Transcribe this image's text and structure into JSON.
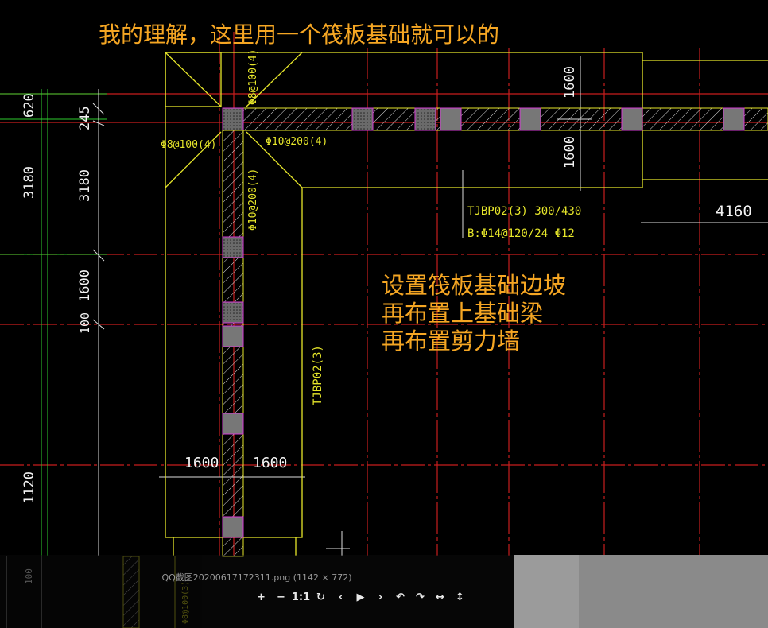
{
  "notes": {
    "title": "我的理解，这里用一个筏板基础就可以的",
    "steps": [
      "设置筏板基础边坡",
      "再布置上基础梁",
      "再布置剪力墙"
    ],
    "color": "#f5a623"
  },
  "drawing": {
    "dims_left_outer": [
      "620",
      "3180",
      "1120"
    ],
    "dims_left_inner": [
      "245",
      "3180",
      "1600",
      "100"
    ],
    "dim_top_right_a": "1600",
    "dim_top_right_b": "1600",
    "dim_right": "4160",
    "dim_bottom_a": "1600",
    "dim_bottom_b": "1600",
    "rebar_vert_top": "Φ8@100(4)",
    "rebar_left": "Φ8@100(4)",
    "rebar_horiz": "Φ10@200(4)",
    "rebar_vert": "Φ10@200(4)",
    "beam_tag_1": "TJBP02(3) 300/430",
    "beam_tag_2": "B:Φ14@120/24 Φ12",
    "beam_tag_vert": "TJBP02(3)",
    "faint_dim": "100",
    "faint_tag": "Φ8@100(3)"
  },
  "viewer": {
    "title": "QQ截图20200617172311.png (1142 × 772)",
    "tools": [
      {
        "name": "zoom-in-button",
        "glyph": "+"
      },
      {
        "name": "zoom-out-button",
        "glyph": "−"
      },
      {
        "name": "actual-size-button",
        "glyph": "1:1"
      },
      {
        "name": "refresh-button",
        "glyph": "↻"
      },
      {
        "name": "previous-button",
        "glyph": "‹"
      },
      {
        "name": "play-button",
        "glyph": "▶"
      },
      {
        "name": "next-button",
        "glyph": "›"
      },
      {
        "name": "rotate-left-button",
        "glyph": "↶"
      },
      {
        "name": "rotate-right-button",
        "glyph": "↷"
      },
      {
        "name": "fit-width-button",
        "glyph": "↔"
      },
      {
        "name": "fit-height-button",
        "glyph": "↕"
      }
    ]
  }
}
